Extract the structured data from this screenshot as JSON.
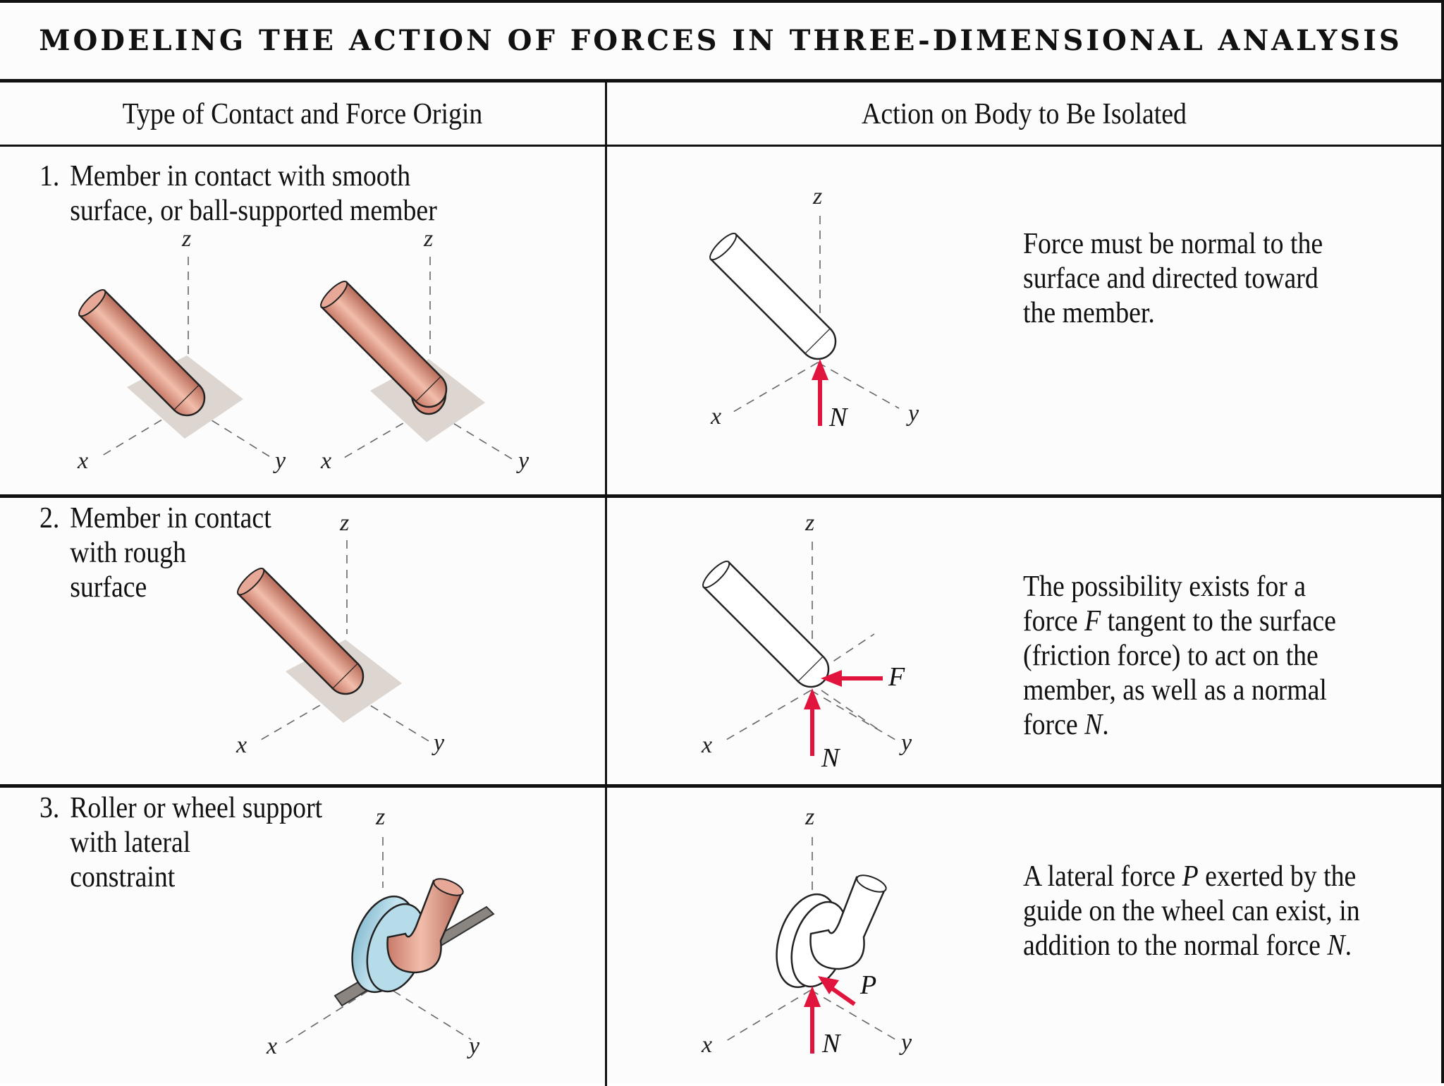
{
  "title": "MODELING THE ACTION OF FORCES IN THREE-DIMENSIONAL ANALYSIS",
  "headers": {
    "left": "Type of Contact and Force Origin",
    "right": "Action on Body to Be Isolated"
  },
  "rows": [
    {
      "number": "1.",
      "contact_lines": [
        "Member in contact with smooth",
        "surface, or ball-supported member"
      ],
      "description_lines": [
        "Force must be normal to the",
        "surface and directed toward",
        "the member."
      ]
    },
    {
      "number": "2.",
      "contact_lines": [
        "Member in contact",
        "with rough",
        "surface"
      ],
      "description_lines": [
        {
          "before": "The possibility exists for a",
          "var": "",
          "after": ""
        },
        {
          "before": "force ",
          "var": "F",
          "after": " tangent to the surface"
        },
        {
          "before": "(friction force) to act on the",
          "var": "",
          "after": ""
        },
        {
          "before": "member, as well as a normal",
          "var": "",
          "after": ""
        },
        {
          "before": "force ",
          "var": "N",
          "after": "."
        }
      ]
    },
    {
      "number": "3.",
      "contact_lines": [
        "Roller or wheel support",
        "with lateral",
        "constraint"
      ],
      "description_lines": [
        {
          "before": "A lateral force ",
          "var": "P",
          "after": " exerted by the"
        },
        {
          "before": "guide on the wheel can exist, in",
          "var": "",
          "after": ""
        },
        {
          "before": "addition to the normal force ",
          "var": "N",
          "after": "."
        }
      ]
    }
  ],
  "labels": {
    "axis_x": "x",
    "axis_y": "y",
    "axis_z": "z",
    "force_N": "N",
    "force_F": "F",
    "force_P": "P"
  },
  "colors": {
    "member": "#d98a78",
    "surface": "#ddd5cf",
    "wheel": "#a9d3e3",
    "force": "#e0143c"
  }
}
